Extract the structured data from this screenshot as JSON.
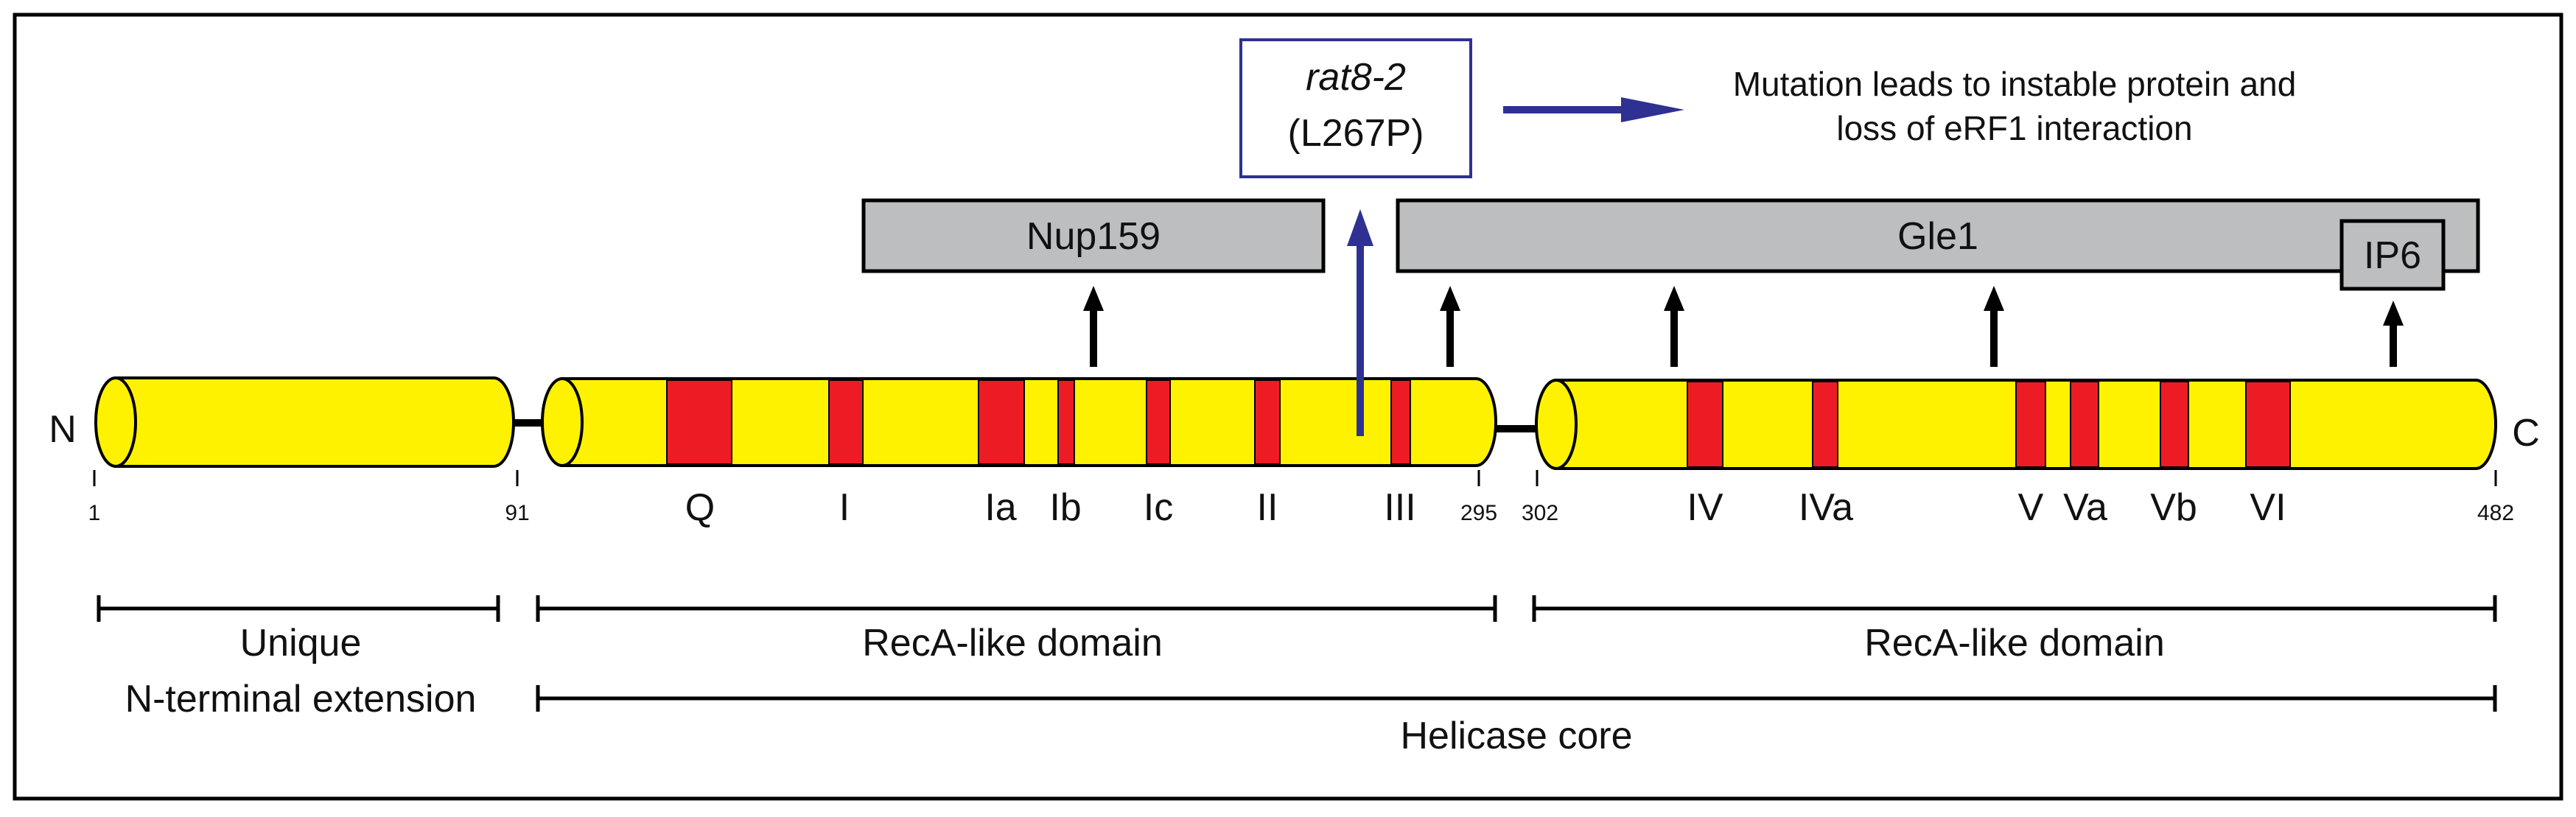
{
  "colors": {
    "cylinder_fill": "#FFF200",
    "motif_fill": "#ED1C24",
    "binding_box_fill": "#BCBEC0",
    "mutation_accent": "#2E3192",
    "line": "#000000"
  },
  "termini": {
    "n": "N",
    "c": "C"
  },
  "residue_ticks": [
    "1",
    "91",
    "295",
    "302",
    "482"
  ],
  "motifs": [
    "Q",
    "I",
    "Ia",
    "Ib",
    "Ic",
    "II",
    "III",
    "IV",
    "IVa",
    "V",
    "Va",
    "Vb",
    "VI"
  ],
  "binding_partners": {
    "nup159": "Nup159",
    "gle1": "Gle1",
    "ip6": "IP6"
  },
  "mutation": {
    "name": "rat8-2",
    "change": "(L267P)",
    "effect_line1": "Mutation leads to instable protein and",
    "effect_line2": "loss of eRF1 interaction"
  },
  "domains": {
    "unique_line1": "Unique",
    "unique_line2": "N-terminal extension",
    "reca1": "RecA-like domain",
    "reca2": "RecA-like domain",
    "helicase_core": "Helicase core"
  }
}
